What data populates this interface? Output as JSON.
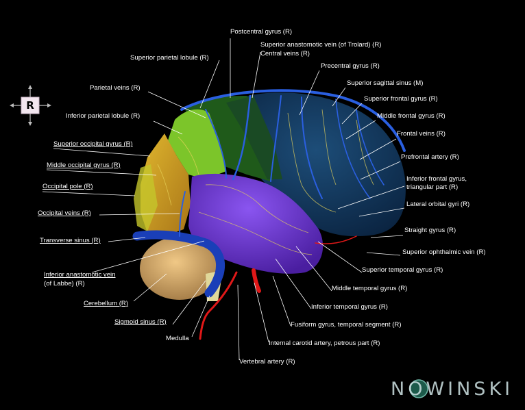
{
  "orientation": {
    "letter": "R",
    "icon": "orientation-cube-icon"
  },
  "labels": {
    "postcentral_gyrus": "Postcentral gyrus (R)",
    "sup_anastomotic_vein": "Superior anastomotic vein (of Trolard) (R)",
    "central_veins": "Central veins (R)",
    "sup_parietal_lobule": "Superior parietal lobule (R)",
    "precentral_gyrus": "Precentral gyrus (R)",
    "parietal_veins": "Parietal veins (R)",
    "sup_sagittal_sinus": "Superior sagittal sinus (M)",
    "sup_frontal_gyrus": "Superior frontal gyrus (R)",
    "inf_parietal_lobule": "Inferior parietal lobule (R)",
    "middle_frontal_gyrus": "Middle frontal gyrus (R)",
    "frontal_veins": "Frontal veins (R)",
    "sup_occipital_gyrus": "Superior occipital gyrus (R)",
    "prefrontal_artery": "Prefrontal artery (R)",
    "middle_occipital_gyrus": "Middle occipital gyrus (R)",
    "inf_frontal_gyrus_1": "Inferior frontal gyrus,",
    "inf_frontal_gyrus_2": "triangular part (R)",
    "occipital_pole": "Occipital pole (R)",
    "lateral_orbital_gyri": "Lateral orbital gyri (R)",
    "occipital_veins": "Occipital veins (R)",
    "straight_gyrus": "Straight gyrus (R)",
    "transverse_sinus": "Transverse sinus (R)",
    "sup_ophthalmic_vein": "Superior ophthalmic vein (R)",
    "sup_temporal_gyrus": "Superior temporal gyrus (R)",
    "inf_anastomotic_vein_1": "Inferior anastomotic vein",
    "inf_anastomotic_vein_2": "(of Labbe) (R)",
    "middle_temporal_gyrus": "Middle temporal gyrus (R)",
    "cerebellum": "Cerebellum (R)",
    "inf_temporal_gyrus": "Inferior temporal gyrus (R)",
    "sigmoid_sinus": "Sigmoid sinus (R)",
    "fusiform_gyrus": "Fusiform gyrus, temporal segment (R)",
    "medulla": "Medulla",
    "internal_carotid": "Internal carotid artery, petrous part (R)",
    "vertebral_artery": "Vertebral artery (R)"
  },
  "watermark": "NOWINSKI",
  "colors": {
    "frontal": "#123a5e",
    "parietal_sup": "#2d6a1e",
    "parietal_inf": "#8fd12c",
    "occipital": "#d2a126",
    "temporal": "#6a34cf",
    "cerebellum": "#d4a86a",
    "veins": "#1f55d8",
    "arteries": "#d81a1a"
  }
}
